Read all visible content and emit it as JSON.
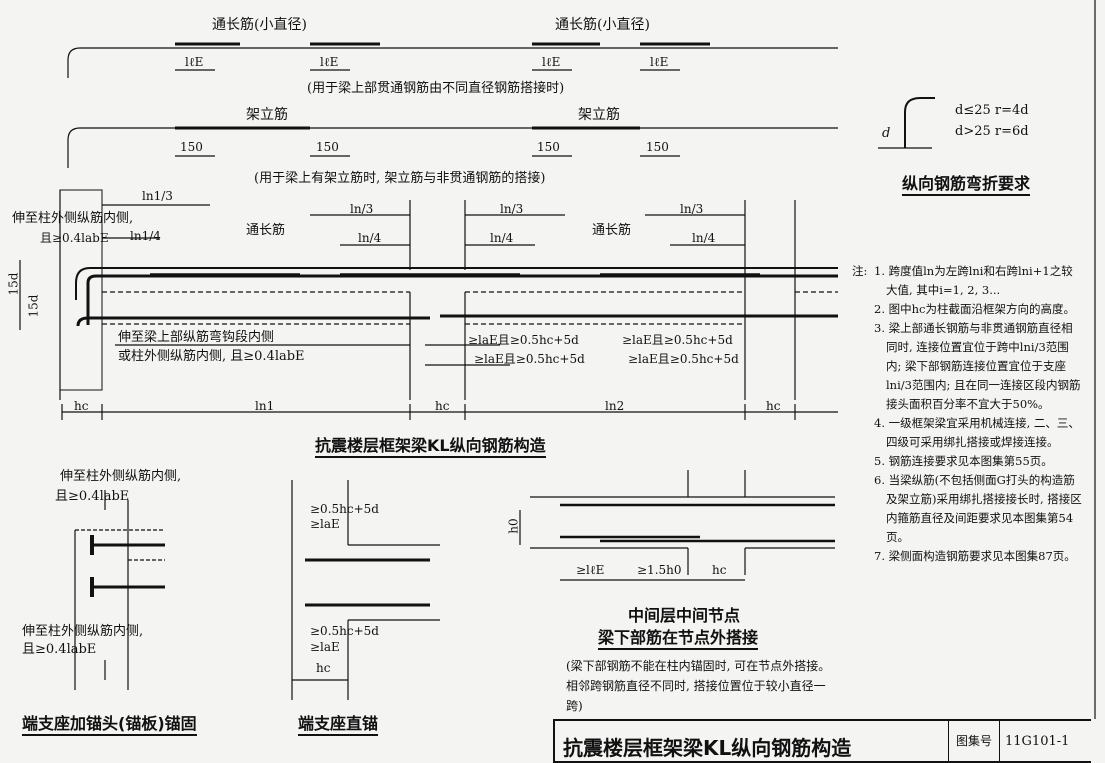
{
  "labels": {
    "tongchang_jin_1": "通长筋(小直径)",
    "tongchang_jin_2": "通长筋(小直径)",
    "lle_1": "lℓE",
    "lle_2": "lℓE",
    "lle_3": "lℓE",
    "lle_4": "lℓE",
    "note_diff_diameter": "(用于梁上部贯通钢筋由不同直径钢筋搭接时)",
    "jiali_jin_1": "架立筋",
    "jiali_jin_2": "架立筋",
    "dim150_1": "150",
    "dim150_2": "150",
    "dim150_3": "150",
    "dim150_4": "150",
    "note_erection": "(用于梁上有架立筋时, 架立筋与非贯通钢筋的搭接)",
    "ln1_3": "ln1/3",
    "ln1_4": "ln1/4",
    "ln_3_a": "ln/3",
    "ln_4_a": "ln/4",
    "ln_3_b": "ln/3",
    "ln_4_b": "ln/4",
    "ln_3_c": "ln/3",
    "ln_4_c": "ln/4",
    "extend_col_1": "伸至柱外侧纵筋内侧,",
    "extend_col_2": "且≥0.4labE",
    "tongchang_a": "通长筋",
    "tongchang_b": "通长筋",
    "d15": "15d",
    "d15b": "15d",
    "hook_1": "伸至梁上部纵筋弯钩段内侧",
    "hook_2": "或柱外侧纵筋内侧, 且≥0.4labE",
    "lap_1": "≥laE且≥0.5hc+5d",
    "lap_2": "≥laE且≥0.5hc+5d",
    "lap_3": "≥laE且≥0.5hc+5d",
    "lap_4": "≥laE且≥0.5hc+5d",
    "hc_1": "hc",
    "hc_2": "hc",
    "hc_3": "hc",
    "ln1": "ln1",
    "ln2": "ln2",
    "main_title": "抗震楼层框架梁KL纵向钢筋构造",
    "bend_d25": "d≤25  r=4d",
    "bend_d25b": "d>25  r=6d",
    "bend_d": "d",
    "bend_title": "纵向钢筋弯折要求",
    "anchor_1": "伸至柱外侧纵筋内侧,",
    "anchor_2": "且≥0.4labE",
    "anchor_3": "伸至柱外侧纵筋内侧,",
    "anchor_4": "且≥0.4labE",
    "anchor_title": "端支座加锚头(锚板)锚固",
    "straight_1": "≥0.5hc+5d",
    "straight_2": "≥laE",
    "straight_3": "≥0.5hc+5d",
    "straight_4": "≥laE",
    "straight_hc": "hc",
    "straight_title": "端支座直锚",
    "mid_h0": "h0",
    "mid_lle": "≥lℓE",
    "mid_15h0": "≥1.5h0",
    "mid_hc": "hc",
    "mid_title_1": "中间层中间节点",
    "mid_title_2": "梁下部筋在节点外搭接",
    "mid_note": "(梁下部钢筋不能在柱内锚固时, 可在节点外搭接。相邻跨钢筋直径不同时, 搭接位置位于较小直径一跨)"
  },
  "notes": {
    "head": "注:",
    "items": [
      "1. 跨度值ln为左跨lni和右跨lni+1之较大值, 其中i=1, 2, 3...",
      "2. 图中hc为柱截面沿框架方向的高度。",
      "3. 梁上部通长钢筋与非贯通钢筋直径相同时, 连接位置宜位于跨中lni/3范围内; 梁下部钢筋连接位置宜位于支座lni/3范围内; 且在同一连接区段内钢筋接头面积百分率不宜大于50%。",
      "4. 一级框架梁宜采用机械连接, 二、三、四级可采用绑扎搭接或焊接连接。",
      "5. 钢筋连接要求见本图集第55页。",
      "6. 当梁纵筋(不包括侧面G打头的构造筋及架立筋)采用绑扎搭接接长时, 搭接区内箍筋直径及间距要求见本图集第54页。",
      "7. 梁侧面构造钢筋要求见本图集87页。"
    ]
  },
  "titleblock": {
    "title": "抗震楼层框架梁KL纵向钢筋构造",
    "atlas_label": "图集号",
    "atlas_no": "11G101-1"
  }
}
